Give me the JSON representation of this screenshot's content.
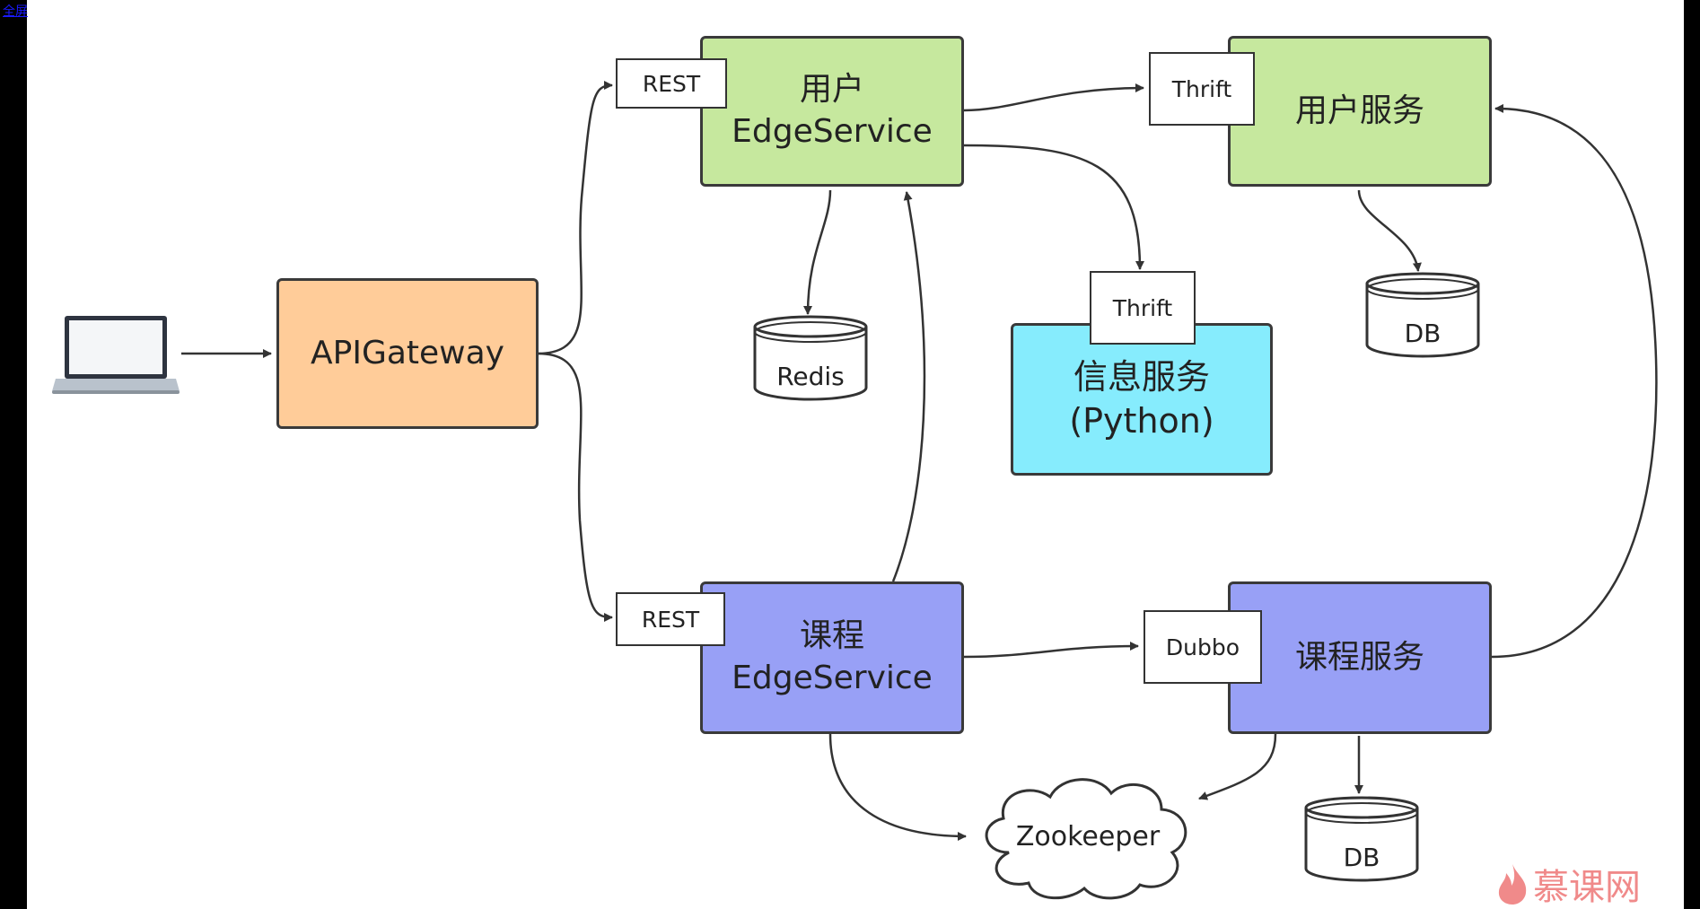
{
  "fullscreen_link": "全屏",
  "nodes": {
    "api_gateway": "APIGateway",
    "user_edge": {
      "line1": "用户",
      "line2": "EdgeService"
    },
    "course_edge": {
      "line1": "课程",
      "line2": "EdgeService"
    },
    "user_service": "用户服务",
    "course_service": "课程服务",
    "message_service": {
      "line1": "信息服务",
      "line2": "(Python)"
    },
    "redis": "Redis",
    "user_db": "DB",
    "course_db": "DB",
    "zookeeper": "Zookeeper"
  },
  "tags": {
    "user_edge_rest": "REST",
    "course_edge_rest": "REST",
    "user_service_thrift": "Thrift",
    "message_thrift": "Thrift",
    "course_service_dubbo": "Dubbo"
  },
  "watermark": "慕课网",
  "colors": {
    "gateway": "#ffcc99",
    "user_green": "#c6e89e",
    "course_purple": "#98a0f6",
    "message_cyan": "#86ecfd",
    "border": "#3a3a3a",
    "watermark": "#f08a8a"
  }
}
